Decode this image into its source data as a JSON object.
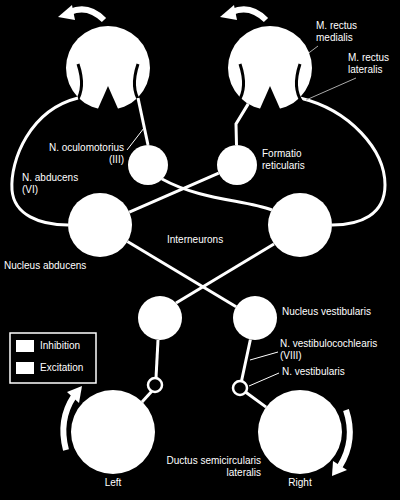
{
  "diagram": {
    "nodes": [
      {
        "text": [
          "M. rectus medialis",
          "M. rectus lateralis"
        ]
      },
      {
        "text": [
          "Formatio reticularis"
        ]
      },
      {
        "text": [
          "Nucleus abducens"
        ]
      },
      {
        "text": [
          "Nucleus vestibularis"
        ]
      },
      {
        "text": [
          "Left"
        ]
      },
      {
        "text": [
          "Ductus semicircularis lateralis",
          "Right"
        ]
      }
    ],
    "edges": [
      {
        "from": 5,
        "to": 3,
        "arrow": "none"
      },
      {
        "from": 3,
        "to": 2,
        "arrow": "none"
      },
      {
        "from": 2,
        "to": 1,
        "arrow": "none"
      },
      {
        "from": 1,
        "to": 0,
        "arrow": "none"
      }
    ],
    "labels": [
      "N. oculomotorius (III)",
      "N. abducens (VI)",
      "Interneurons",
      "N. vestibulocochlearis (VIII)",
      "N. vestibularis"
    ],
    "legend": [
      {
        "text": "Inhibition",
        "color": "#ffffff"
      },
      {
        "text": "Excitation",
        "color": "#ffffff"
      }
    ]
  }
}
